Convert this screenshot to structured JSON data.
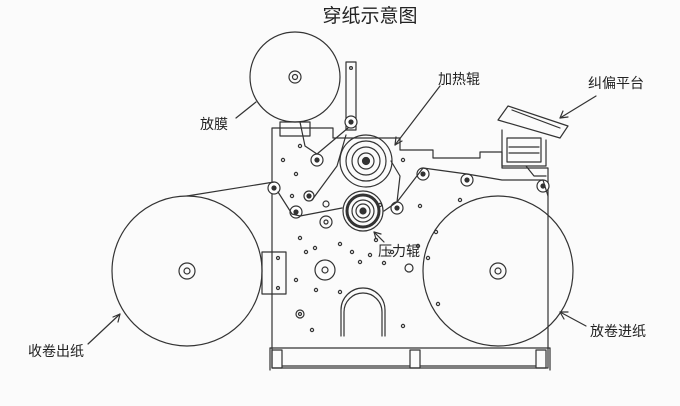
{
  "diagram": {
    "title": "穿纸示意图",
    "labels": {
      "film_unwind": "放膜",
      "heating_roller": "加热辊",
      "web_guide_platform": "纠偏平台",
      "pressure_roller": "压力辊",
      "rewind_output": "收卷出纸",
      "unwind_input": "放卷进纸"
    }
  },
  "colors": {
    "line": "#333333",
    "background": "#fbfbfb"
  }
}
